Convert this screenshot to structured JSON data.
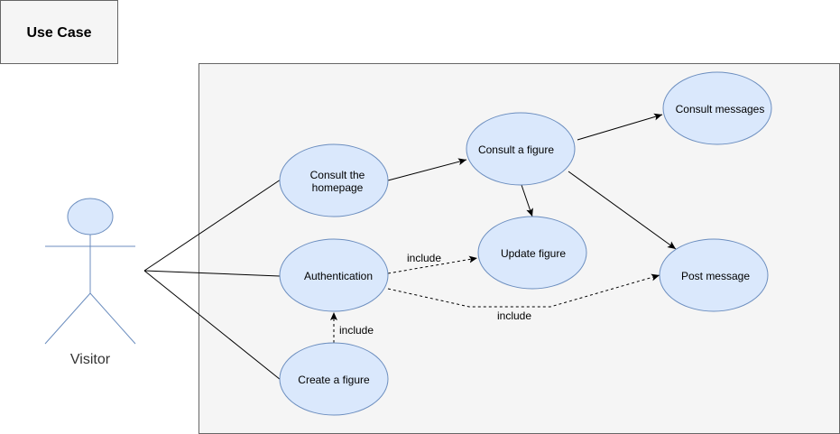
{
  "diagram": {
    "title": "Use Case",
    "actor": {
      "name": "Visitor"
    },
    "use_cases": {
      "homepage": {
        "lines": [
          "Consult the",
          "homepage"
        ]
      },
      "authentication": {
        "label": "Authentication"
      },
      "create_figure": {
        "label": "Create a figure"
      },
      "consult_figure": {
        "label": "Consult a figure"
      },
      "update_figure": {
        "label": "Update figure"
      },
      "consult_messages": {
        "label": "Consult messages"
      },
      "post_message": {
        "label": "Post message"
      }
    },
    "relations": {
      "include_update": "include",
      "include_post": "include",
      "include_create": "include"
    },
    "colors": {
      "use_case_fill": "#dae8fc",
      "use_case_stroke": "#6c8ebf",
      "boundary_fill": "#f5f5f5",
      "boundary_stroke": "#666666"
    }
  }
}
